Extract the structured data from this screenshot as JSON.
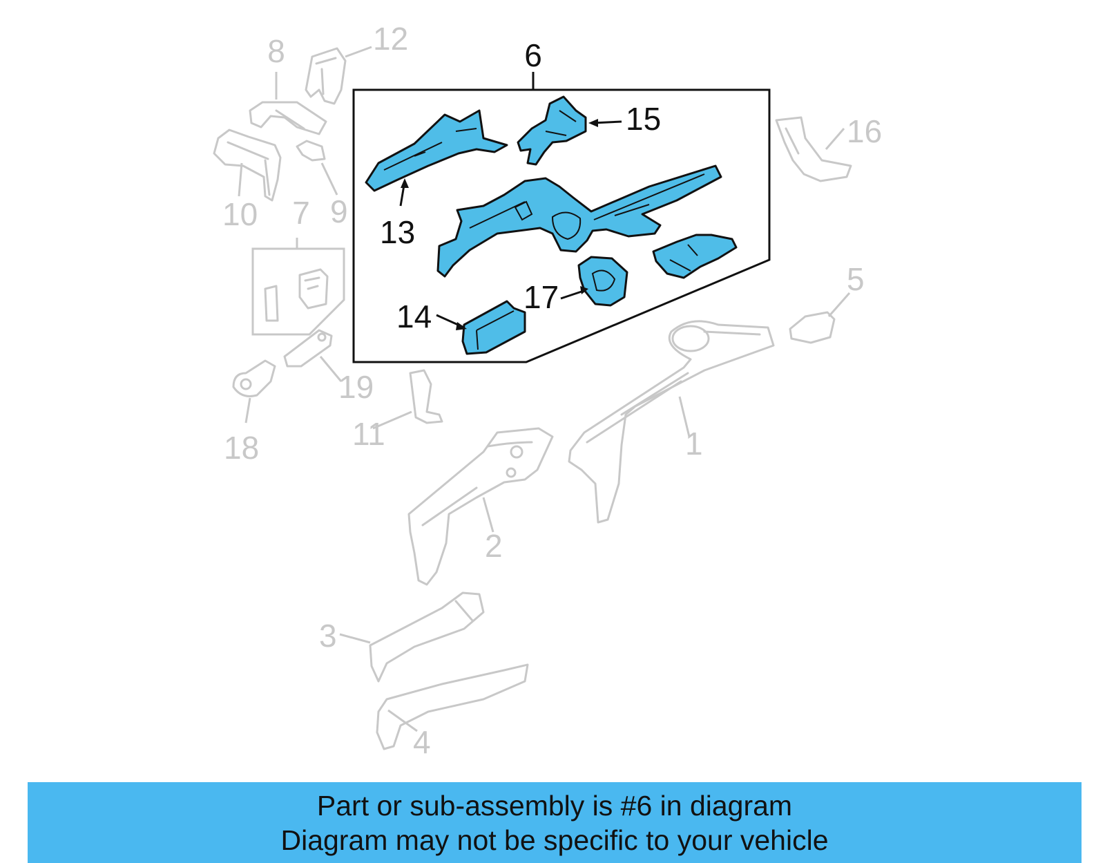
{
  "diagram": {
    "highlighted_part": "6",
    "callouts": {
      "c1": "1",
      "c2": "2",
      "c3": "3",
      "c4": "4",
      "c5": "5",
      "c6": "6",
      "c7": "7",
      "c8": "8",
      "c9": "9",
      "c10": "10",
      "c11": "11",
      "c12": "12",
      "c13": "13",
      "c14": "14",
      "c15": "15",
      "c16": "16",
      "c17": "17",
      "c18": "18",
      "c19": "19"
    },
    "colors": {
      "highlight": "#4fbde8",
      "faded": "#c8c8c8",
      "banner": "#4ab8f0"
    }
  },
  "banner": {
    "line1": "Part or sub-assembly is #6 in diagram",
    "line2": "Diagram may not be specific to your vehicle"
  }
}
